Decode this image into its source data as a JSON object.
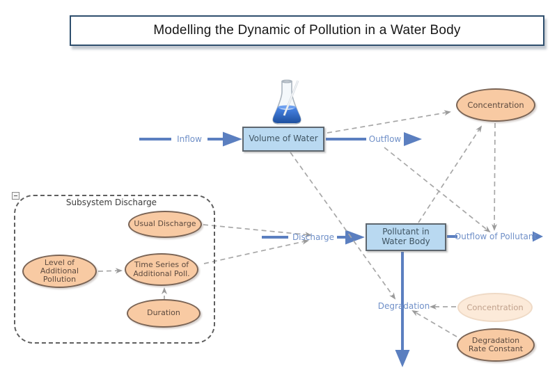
{
  "title": {
    "text": "Modelling the Dynamic of Pollution in a Water Body"
  },
  "stocks": {
    "volume": "Volume of Water",
    "pollutant": "Pollutant in Water Body"
  },
  "flows": {
    "inflow": "Inflow",
    "outflow": "Outflow",
    "discharge": "Discharge",
    "outflow_of_pollutant": "Outflow of Pollutant",
    "degradation": "Degradation"
  },
  "variables": {
    "concentration": "Concentration",
    "concentration_ghost": "Concentration",
    "degradation_rate_constant": "Degradation Rate Constant",
    "usual_discharge": "Usual Discharge",
    "level_of_additional_pollution": "Level of Additional Pollution",
    "time_series_of_additional_poll": "Time Series of Additional Poll.",
    "duration": "Duration"
  },
  "subsystem": {
    "label": "Subsystem Discharge"
  },
  "icons": {
    "flask": "flask-icon",
    "collapse": "minus-icon"
  },
  "colors": {
    "flow_blue": "#5b7fc0",
    "flow_label_blue": "#7090c8",
    "stock_fill": "#b9d9f1",
    "stock_border": "#5d666e",
    "variable_fill": "#f8caa3",
    "variable_border": "#7a6455",
    "ghost_fill": "#fcead9",
    "ghost_border": "#efdac6",
    "connector_gray": "#a7a7a7",
    "title_border": "#2e4e6d"
  }
}
